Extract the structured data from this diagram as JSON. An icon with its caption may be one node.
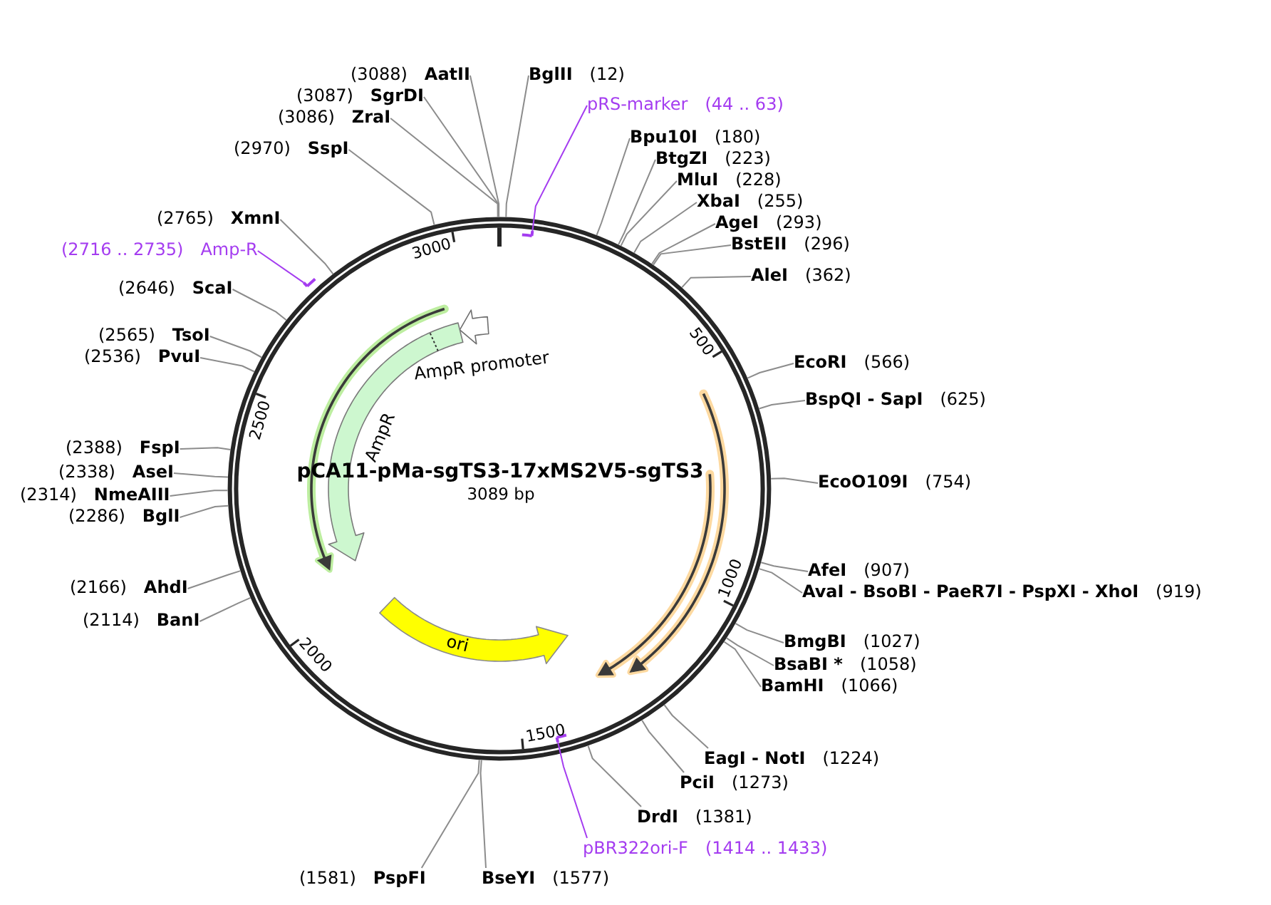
{
  "diagram": {
    "title": "pCA11-pMa-sgTS3-17xMS2V5-sgTS3",
    "caption": "3089 bp",
    "nodes": [
      {
        "text": [
          "AmpR promoter"
        ]
      },
      {
        "text": [
          "AmpR"
        ]
      },
      {
        "text": [
          "ori"
        ]
      },
      {
        "text": [
          "BglII",
          "(12)"
        ]
      },
      {
        "text": [
          "pRS-marker",
          "(44 .. 63)"
        ]
      },
      {
        "text": [],
        "shape": "bar"
      },
      {
        "text": [
          "Bpu10I",
          "(180)"
        ]
      },
      {
        "text": [
          "BtgZI",
          "(223)"
        ]
      },
      {
        "text": [
          "MluI",
          "(228)"
        ]
      },
      {
        "text": [
          "XbaI",
          "(255)"
        ]
      },
      {
        "text": [
          "AgeI",
          "(293)"
        ]
      },
      {
        "text": [
          "BstEII",
          "(296)"
        ]
      },
      {
        "text": [
          "AleI",
          "(362)"
        ]
      },
      {
        "text": [
          "EcoRI",
          "(566)"
        ]
      },
      {
        "text": [
          "BspQI - SapI",
          "(625)"
        ]
      },
      {
        "text": [
          "EcoO109I",
          "(754)"
        ]
      },
      {
        "text": [
          "AfeI",
          "(907)"
        ]
      },
      {
        "text": [
          "AvaI - BsoBI - PaeR7I - PspXI - XhoI",
          "(919)"
        ]
      },
      {
        "text": [
          "BmgBI",
          "(1027)"
        ]
      },
      {
        "text": [
          "BsaBI *",
          "(1058)"
        ]
      },
      {
        "text": [
          "BamHI",
          "(1066)"
        ]
      },
      {
        "text": [
          "EagI - NotI",
          "(1224)"
        ]
      },
      {
        "text": [
          "PciI",
          "(1273)"
        ]
      },
      {
        "text": [
          "DrdI",
          "(1381)"
        ]
      },
      {
        "text": [
          "pBR322ori-F",
          "(1414 .. 1433)"
        ]
      },
      {
        "text": [],
        "shape": "bar"
      },
      {
        "text": [
          "BseYI",
          "(1577)"
        ]
      },
      {
        "text": [
          "(1581)",
          "PspFI"
        ]
      },
      {
        "text": [
          "(2114)",
          "BanI"
        ]
      },
      {
        "text": [
          "(2166)",
          "AhdI"
        ]
      },
      {
        "text": [
          "(2286)",
          "BglI"
        ]
      },
      {
        "text": [
          "(2314)",
          "NmeAIII"
        ]
      },
      {
        "text": [
          "(2338)",
          "AseI"
        ]
      },
      {
        "text": [
          "(2388)",
          "FspI"
        ]
      },
      {
        "text": [
          "(2536)",
          "PvuI"
        ]
      },
      {
        "text": [
          "(2565)",
          "TsoI"
        ]
      },
      {
        "text": [
          "(2646)",
          "ScaI"
        ]
      },
      {
        "text": [
          "(2716 .. 2735)",
          "Amp-R"
        ]
      },
      {
        "text": [],
        "shape": "bar"
      },
      {
        "text": [
          "(2765)",
          "XmnI"
        ]
      },
      {
        "text": [
          "(2970)",
          "SspI"
        ]
      },
      {
        "text": [
          "(3086)",
          "ZraI"
        ]
      },
      {
        "text": [
          "(3087)",
          "SgrDI"
        ]
      },
      {
        "text": [
          "(3088)",
          "AatII"
        ]
      }
    ],
    "edges": [
      {
        "from": 3,
        "to": null,
        "arrow": "none"
      },
      {
        "from": 4,
        "to": 5,
        "arrow": "none",
        "color": "#a43cf0"
      },
      {
        "from": 6,
        "to": null,
        "arrow": "none"
      },
      {
        "from": 7,
        "to": null,
        "arrow": "none"
      },
      {
        "from": 8,
        "to": null,
        "arrow": "none"
      },
      {
        "from": 9,
        "to": null,
        "arrow": "none"
      },
      {
        "from": 10,
        "to": null,
        "arrow": "none"
      },
      {
        "from": 11,
        "to": null,
        "arrow": "none"
      },
      {
        "from": 12,
        "to": null,
        "arrow": "none"
      },
      {
        "from": 13,
        "to": null,
        "arrow": "none"
      },
      {
        "from": 14,
        "to": null,
        "arrow": "none"
      },
      {
        "from": 15,
        "to": null,
        "arrow": "none"
      },
      {
        "from": 16,
        "to": null,
        "arrow": "none"
      },
      {
        "from": 17,
        "to": null,
        "arrow": "none"
      },
      {
        "from": 18,
        "to": null,
        "arrow": "none"
      },
      {
        "from": 19,
        "to": null,
        "arrow": "none"
      },
      {
        "from": 20,
        "to": null,
        "arrow": "none"
      },
      {
        "from": 21,
        "to": null,
        "arrow": "none"
      },
      {
        "from": 22,
        "to": null,
        "arrow": "none"
      },
      {
        "from": 23,
        "to": null,
        "arrow": "none"
      },
      {
        "from": 24,
        "to": 25,
        "arrow": "none",
        "color": "#a43cf0"
      },
      {
        "from": 26,
        "to": null,
        "arrow": "none"
      },
      {
        "from": 27,
        "to": null,
        "arrow": "none"
      },
      {
        "from": 28,
        "to": null,
        "arrow": "none"
      },
      {
        "from": 29,
        "to": null,
        "arrow": "none"
      },
      {
        "from": 30,
        "to": null,
        "arrow": "none"
      },
      {
        "from": 31,
        "to": null,
        "arrow": "none"
      },
      {
        "from": 32,
        "to": null,
        "arrow": "none"
      },
      {
        "from": 33,
        "to": null,
        "arrow": "none"
      },
      {
        "from": 34,
        "to": null,
        "arrow": "none"
      },
      {
        "from": 35,
        "to": null,
        "arrow": "none"
      },
      {
        "from": 36,
        "to": null,
        "arrow": "none"
      },
      {
        "from": 37,
        "to": 38,
        "arrow": "none",
        "color": "#a43cf0"
      },
      {
        "from": 39,
        "to": null,
        "arrow": "none"
      },
      {
        "from": 40,
        "to": null,
        "arrow": "none"
      },
      {
        "from": 41,
        "to": null,
        "arrow": "none"
      },
      {
        "from": 42,
        "to": null,
        "arrow": "none"
      },
      {
        "from": 43,
        "to": null,
        "arrow": "none"
      }
    ],
    "labels": [
      "3000",
      "500",
      "2500",
      "1000",
      "2000",
      "1500"
    ]
  }
}
